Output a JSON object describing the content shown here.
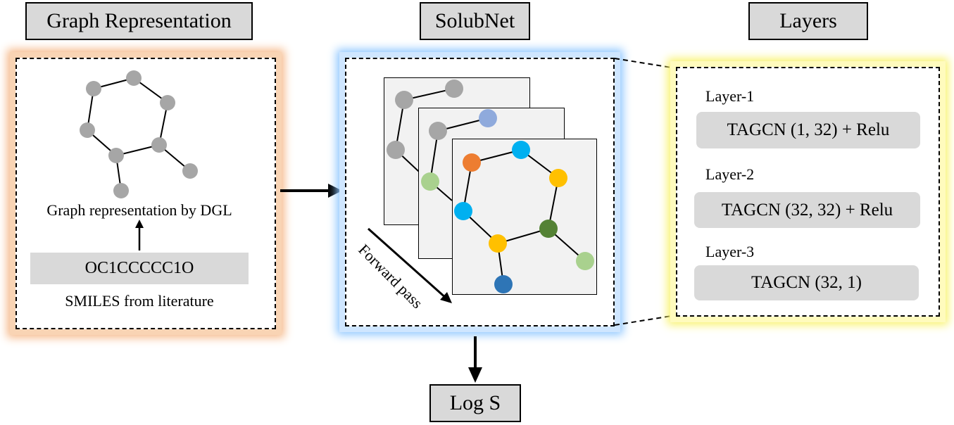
{
  "headers": {
    "graph_representation": "Graph Representation",
    "solubnet": "SolubNet",
    "layers": "Layers",
    "output": "Log S"
  },
  "left_panel": {
    "dgl_label": "Graph representation by DGL",
    "smiles_value": "OC1CCCCC1O",
    "smiles_caption": "SMILES from literature"
  },
  "middle_panel": {
    "forward_label": "Forward pass"
  },
  "layers_panel": {
    "items": [
      {
        "label": "Layer-1",
        "op": "TAGCN (1, 32) + Relu"
      },
      {
        "label": "Layer-2",
        "op": "TAGCN (32, 32) + Relu"
      },
      {
        "label": "Layer-3",
        "op": "TAGCN (32, 1)"
      }
    ]
  },
  "colors": {
    "node_gray": "#a6a6a6",
    "node_orange": "#ed7d31",
    "node_cyan": "#00b0f0",
    "node_yellow": "#ffc000",
    "node_dark_green": "#548235",
    "node_light_green": "#a9d18e",
    "node_blue": "#2e75b6",
    "node_periwinkle": "#8faadc",
    "glow_orange": "#f6b98a",
    "glow_blue": "#8fc7ff",
    "glow_yellow": "#f9f36d"
  }
}
